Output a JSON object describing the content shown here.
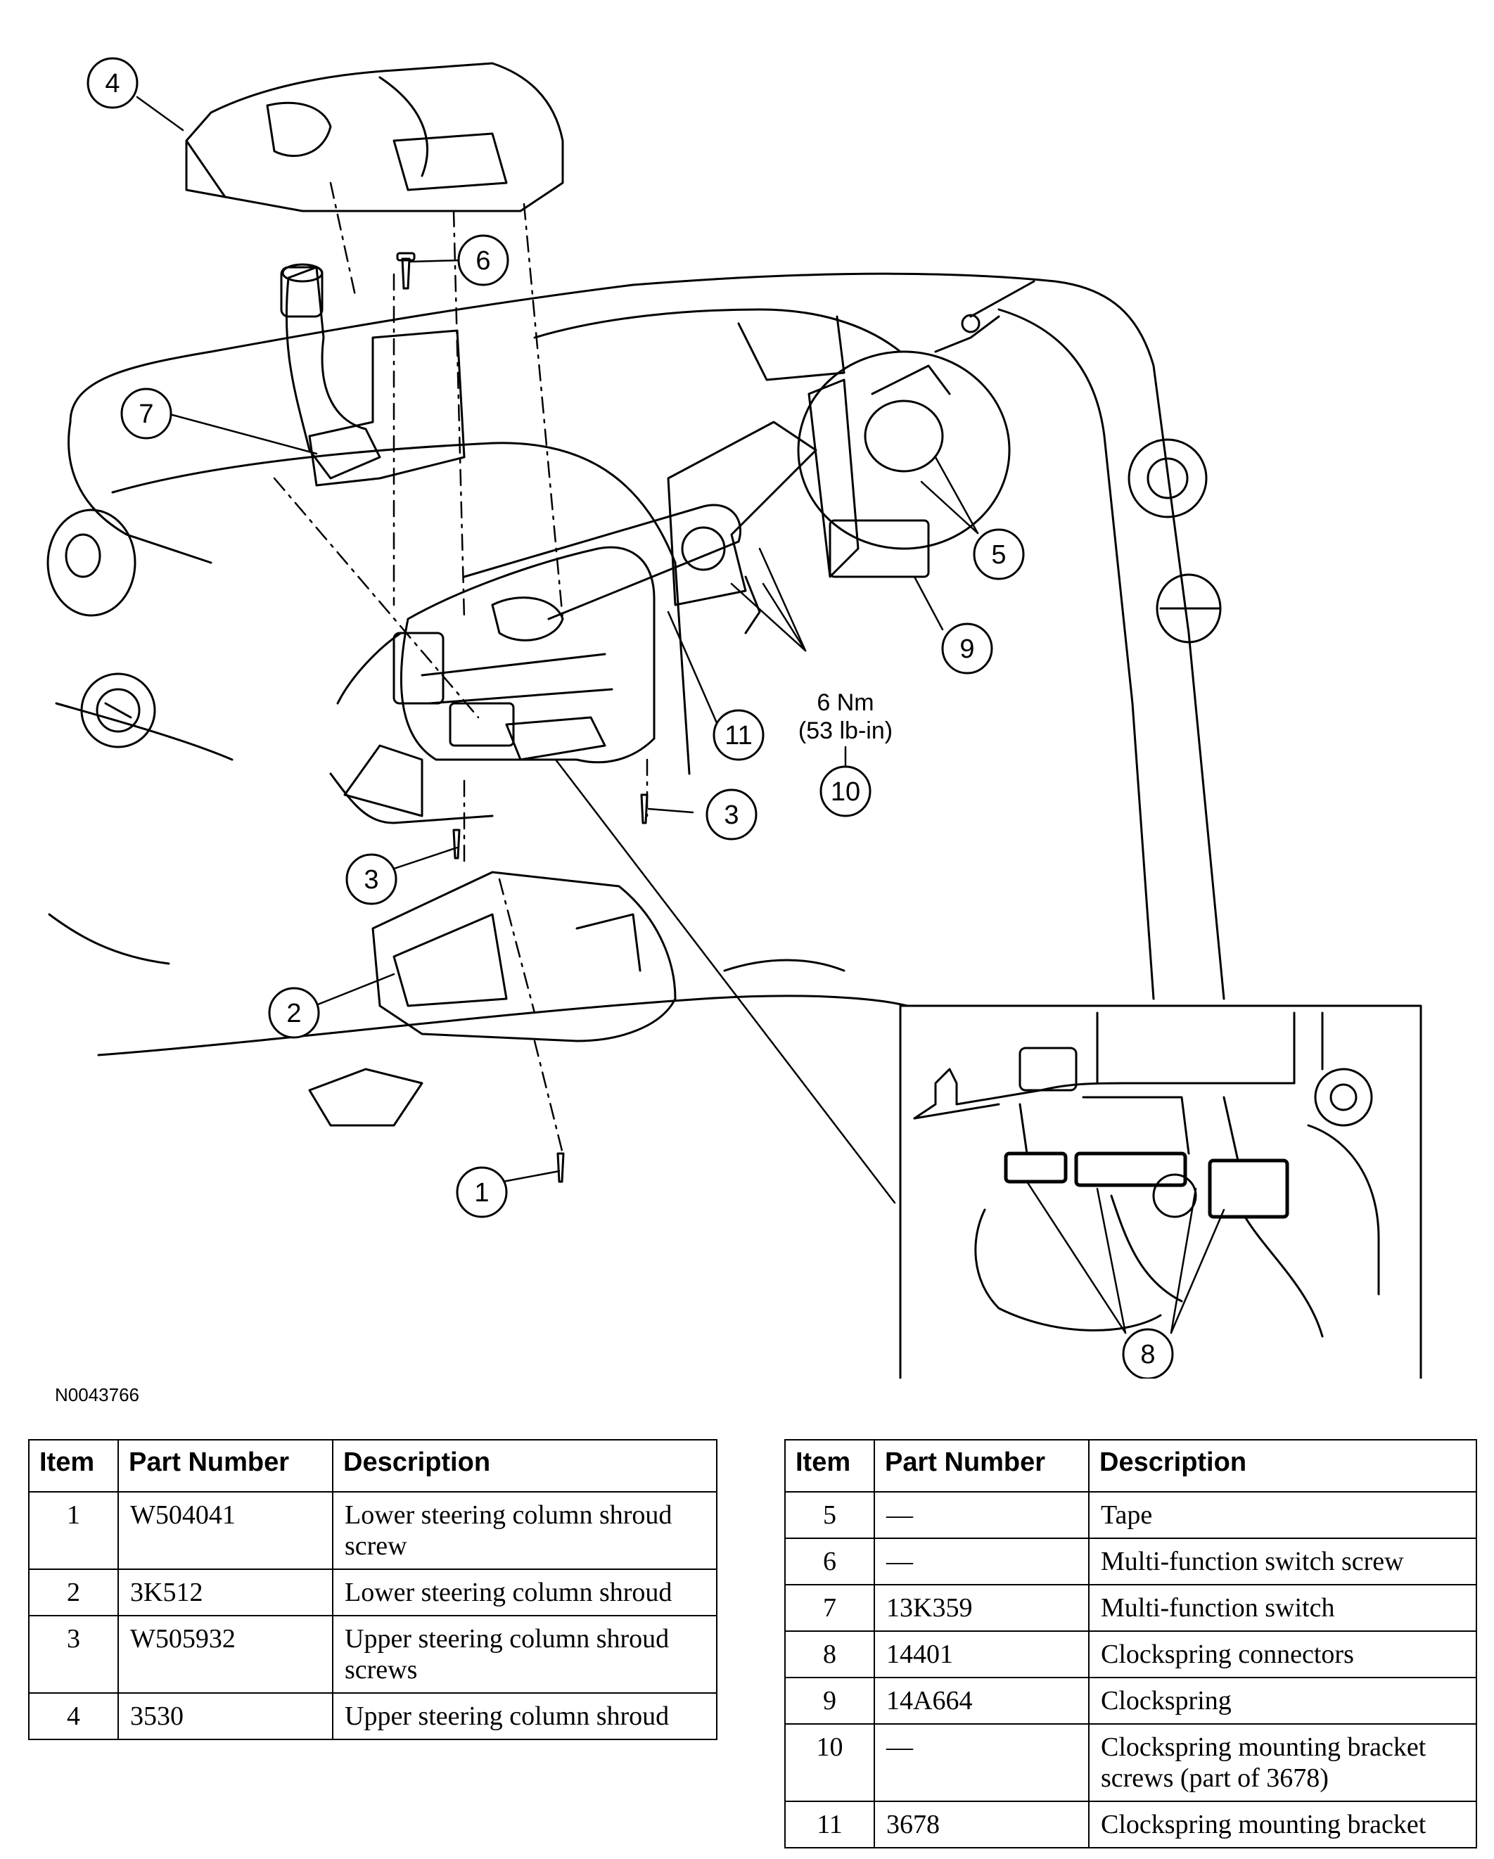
{
  "figure_id": "N0043766",
  "callouts": {
    "c1": "1",
    "c2": "2",
    "c3a": "3",
    "c3b": "3",
    "c4": "4",
    "c5": "5",
    "c6": "6",
    "c7": "7",
    "c8": "8",
    "c9": "9",
    "c10": "10",
    "c11": "11"
  },
  "torque": {
    "nm": "6 Nm",
    "lbin": "(53 lb-in)"
  },
  "table_headers": {
    "item": "Item",
    "part_number": "Part Number",
    "description": "Description"
  },
  "table_left": [
    {
      "item": "1",
      "part_number": "W504041",
      "description": "Lower steering column shroud screw"
    },
    {
      "item": "2",
      "part_number": "3K512",
      "description": "Lower steering column shroud"
    },
    {
      "item": "3",
      "part_number": "W505932",
      "description": "Upper steering column shroud screws"
    },
    {
      "item": "4",
      "part_number": "3530",
      "description": "Upper steering column shroud"
    }
  ],
  "table_right": [
    {
      "item": "5",
      "part_number": "—",
      "description": "Tape"
    },
    {
      "item": "6",
      "part_number": "—",
      "description": "Multi-function switch screw"
    },
    {
      "item": "7",
      "part_number": "13K359",
      "description": "Multi-function switch"
    },
    {
      "item": "8",
      "part_number": "14401",
      "description": "Clockspring connectors"
    },
    {
      "item": "9",
      "part_number": "14A664",
      "description": "Clockspring"
    },
    {
      "item": "10",
      "part_number": "—",
      "description": "Clockspring mounting bracket screws (part of 3678)"
    },
    {
      "item": "11",
      "part_number": "3678",
      "description": "Clockspring mounting bracket"
    }
  ]
}
